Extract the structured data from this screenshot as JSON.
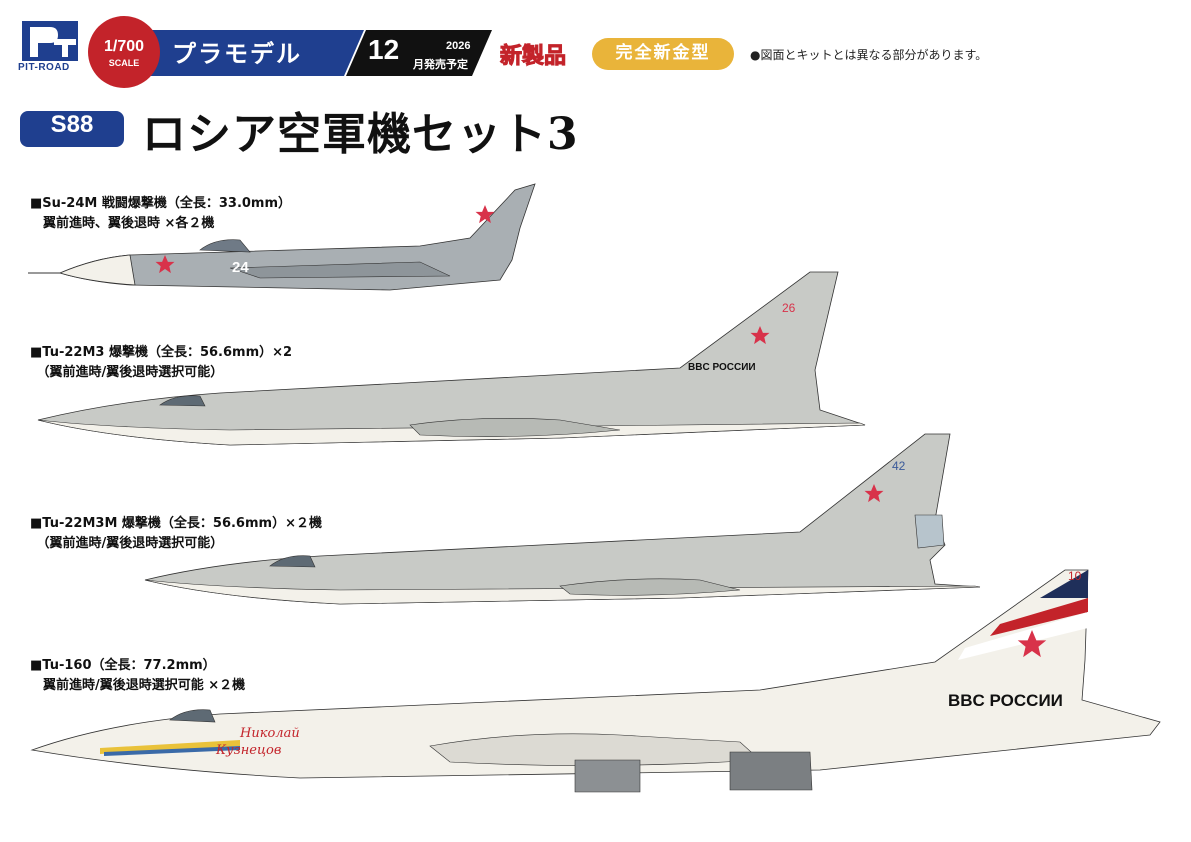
{
  "header": {
    "brand": "PIT-ROAD",
    "scale_top": "1/700",
    "scale_bottom": "SCALE",
    "category": "プラモデル",
    "release_month": "12",
    "release_suffix": "月発売予定",
    "release_year": "2026",
    "new_product": "新製品",
    "new_mold": "完全新金型",
    "note": "●図面とキットとは異なる部分があります。"
  },
  "product": {
    "code": "S88",
    "title": "ロシア空軍機セット3"
  },
  "aircraft": [
    {
      "line1": "■Su-24M 戦闘爆撃機（全長：33.0mm）",
      "line2": "　翼前進時、翼後退時 ×各２機",
      "marking": "24"
    },
    {
      "line1": "■Tu-22M3 爆撃機（全長：56.6mm）×2",
      "line2": "　（翼前進時/翼後退時選択可能）",
      "marking": "26",
      "text": "BBC РОССИИ"
    },
    {
      "line1": "■Tu-22M3M 爆撃機（全長：56.6mm）×２機",
      "line2": "　（翼前進時/翼後退時選択可能）",
      "marking": "42"
    },
    {
      "line1": "■Tu-160（全長：77.2mm）",
      "line2": "　翼前進時/翼後退時選択可能 ×２機",
      "marking": "10",
      "text": "BBC РОССИИ",
      "name1": "Николай",
      "name2": "Кузнецов"
    }
  ],
  "colors": {
    "brand_blue": "#1f3f8f",
    "red": "#c3232a",
    "gold": "#e9b43a",
    "gray_camo": "#a9afb3",
    "light_gray": "#c8cac6"
  }
}
